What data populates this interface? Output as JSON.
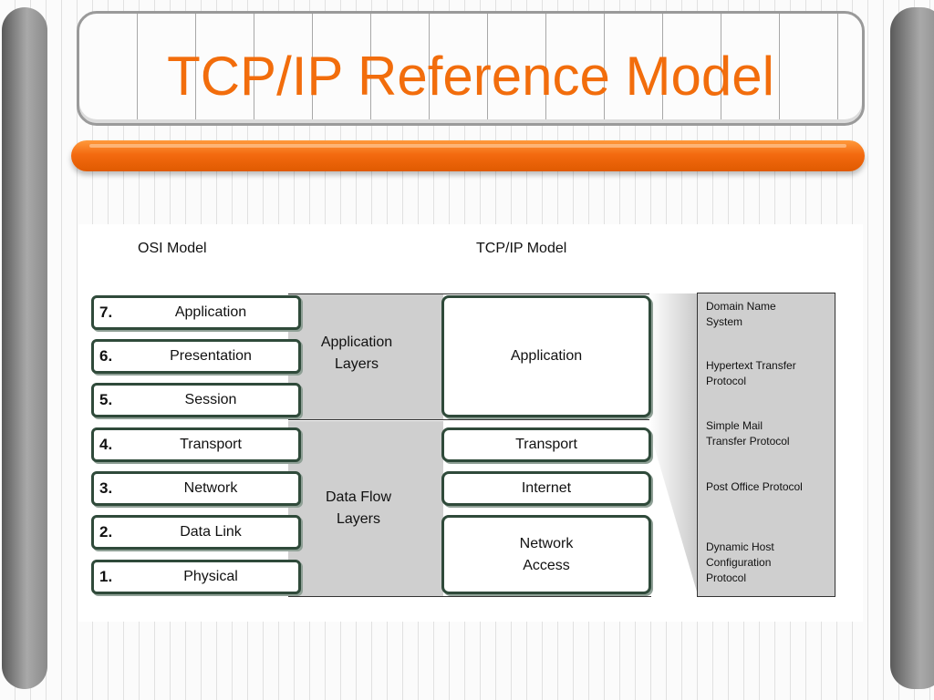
{
  "slide": {
    "title": "TCP/IP Reference Model"
  },
  "diagram": {
    "osi_heading": "OSI Model",
    "tcp_heading": "TCP/IP Model",
    "osi_layers": [
      {
        "num": "7.",
        "name": "Application"
      },
      {
        "num": "6.",
        "name": "Presentation"
      },
      {
        "num": "5.",
        "name": "Session"
      },
      {
        "num": "4.",
        "name": "Transport"
      },
      {
        "num": "3.",
        "name": "Network"
      },
      {
        "num": "2.",
        "name": "Data Link"
      },
      {
        "num": "1.",
        "name": "Physical"
      }
    ],
    "groups": {
      "application": "Application\nLayers",
      "dataflow": "Data Flow\nLayers"
    },
    "tcp_layers": [
      "Application",
      "Transport",
      "Internet",
      "Network\nAccess"
    ],
    "protocols": [
      "Domain Name\nSystem",
      "Hypertext Transfer\nProtocol",
      "Simple Mail\nTransfer Protocol",
      "Post Office Protocol",
      "Dynamic Host\nConfiguration\nProtocol"
    ]
  },
  "colors": {
    "title": "#f26d0c",
    "accent_bar": "#f36a10",
    "box_border": "#2f4a3a",
    "band": "#cfcfcf"
  }
}
